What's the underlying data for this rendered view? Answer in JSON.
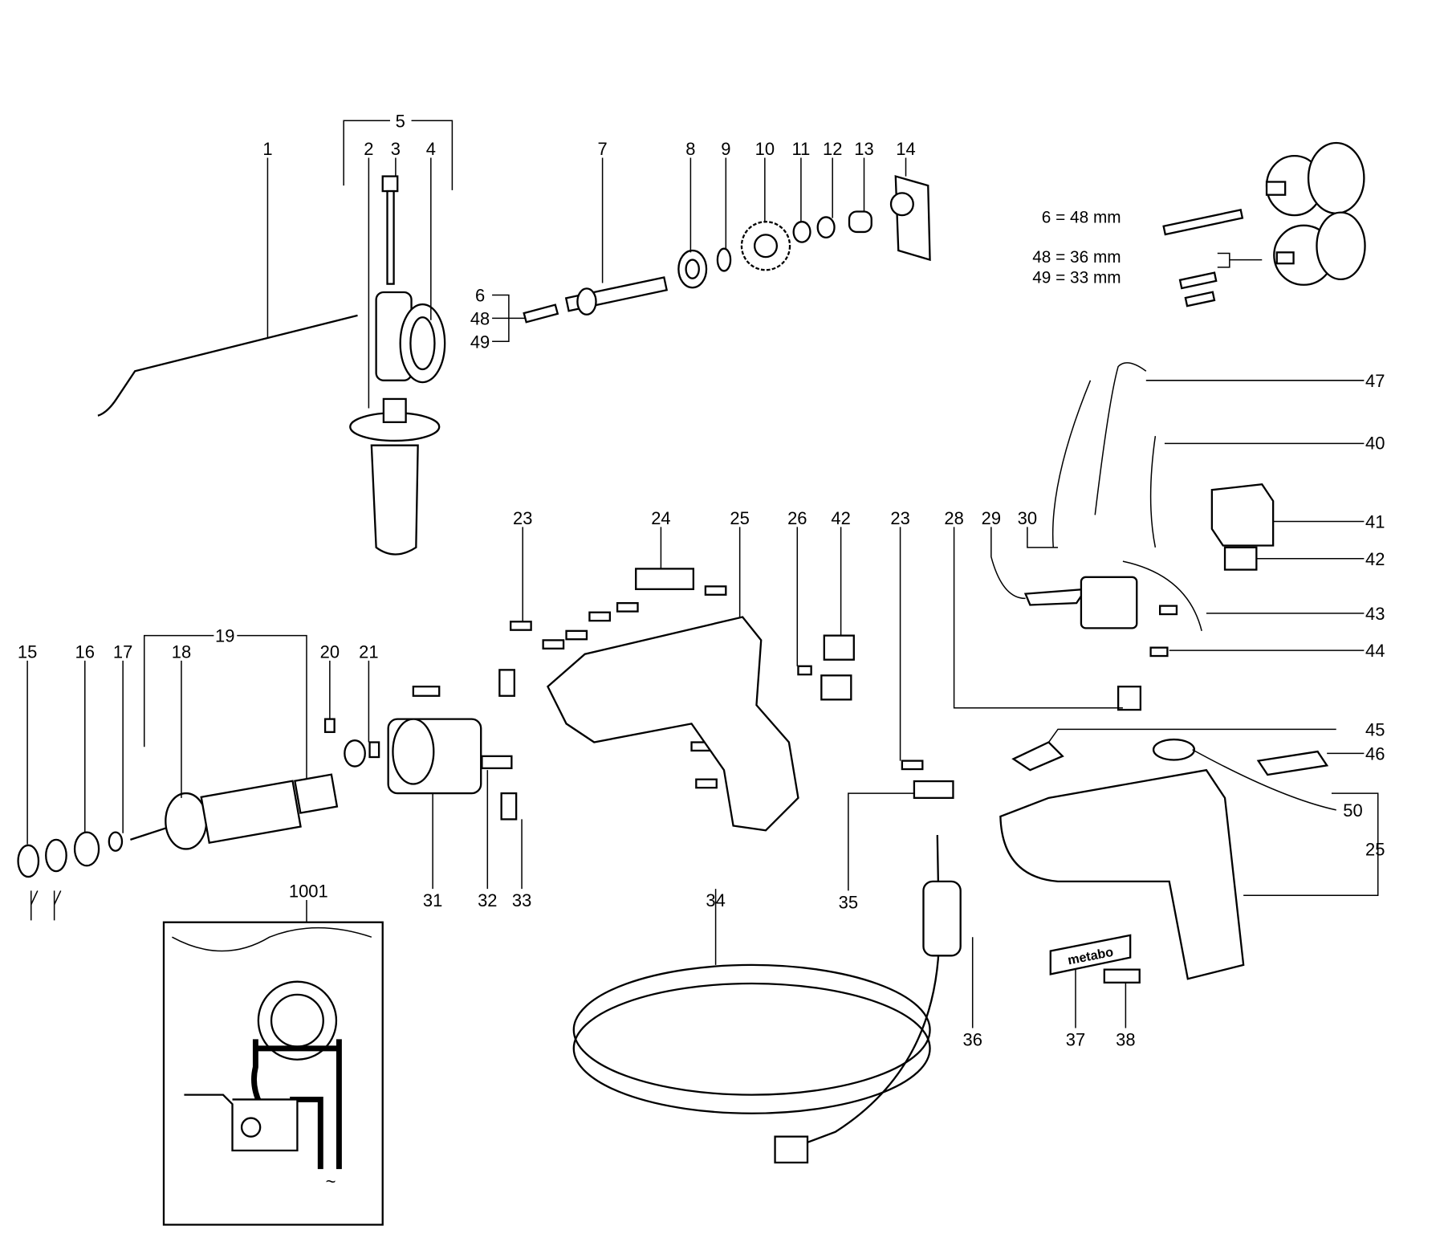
{
  "diagram": {
    "type": "exploded parts diagram",
    "colors": {
      "ink": "#000000",
      "background": "#ffffff"
    },
    "callouts": [
      "1",
      "5",
      "2",
      "3",
      "4",
      "7",
      "8",
      "9",
      "10",
      "11",
      "12",
      "13",
      "14",
      "6",
      "48",
      "49",
      "47",
      "40",
      "41",
      "42",
      "43",
      "44",
      "45",
      "46",
      "50",
      "25",
      "23",
      "24",
      "25",
      "26",
      "42",
      "23",
      "28",
      "29",
      "30",
      "19",
      "15",
      "16",
      "17",
      "18",
      "20",
      "21",
      "31",
      "32",
      "33",
      "34",
      "35",
      "36",
      "37",
      "38",
      "1001"
    ],
    "screw_notes": [
      "6 = 48 mm",
      "48 = 36 mm",
      "49 = 33 mm"
    ],
    "brand_logo": "metabo",
    "wiring_symbol": "~"
  }
}
